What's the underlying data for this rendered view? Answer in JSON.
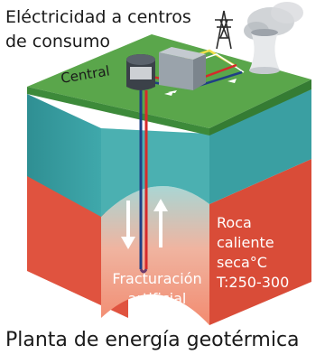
{
  "labels": {
    "electricity": [
      "Eléctricidad a centros",
      "de consumo"
    ],
    "central": "Central",
    "hot_rock": [
      "Roca",
      "caliente",
      "seca°C",
      "T:250-300"
    ],
    "fracture": [
      "Fracturación",
      "artificial"
    ],
    "caption": "Planta de energía geotérmica"
  },
  "colors": {
    "grass_top": "#5aa64b",
    "grass_edge": "#3d8a3a",
    "teal_layer": "#3a9fa2",
    "rock_red": "#e0533f",
    "rock_dark": "#c8432f",
    "frac_light": "#a9d6d4",
    "hot_pipe": "#d62a2a",
    "cold_pipe": "#1f3f86"
  },
  "icons": [
    "power-plant-icon",
    "power-tower-icon",
    "cooling-tower-icon",
    "steam-cloud-icon",
    "flow-arrow-icon"
  ]
}
